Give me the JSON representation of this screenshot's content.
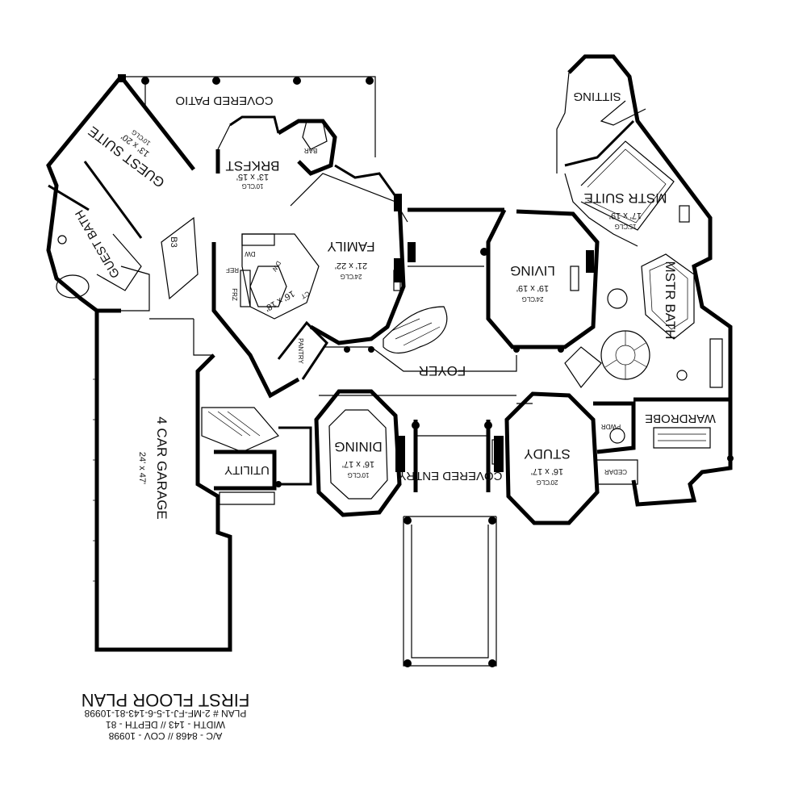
{
  "rooms": {
    "covered_patio": "COVERED PATIO",
    "guest_suite": "GUEST SUITE",
    "guest_suite_dim": "13' x 20'",
    "guest_suite_clg": "10'CLG",
    "guest_bath": "GUEST BATH",
    "b3": "B3",
    "brkfst": "BRKFST",
    "brkfst_dim": "13' x 15'",
    "brkfst_clg": "10'CLG",
    "bar": "BAR",
    "kitchen_dim": "16' x 18'",
    "dw1": "DW",
    "dw2": "DW",
    "ref": "REF",
    "frz": "FRZ",
    "ct": "CT",
    "pantry": "PANTRY",
    "family": "FAMILY",
    "family_dim": "21' x 22'",
    "family_clg": "24'CLG",
    "living": "LIVING",
    "living_dim": "19' x 19'",
    "living_clg": "24'CLG",
    "sitting": "SITTING",
    "mstr_suite": "MSTR SUITE",
    "mstr_suite_dim": "17' x 19'",
    "mstr_suite_clg": "15'CLG",
    "mstr_bath": "MSTR BATH",
    "foyer": "FOYER",
    "dining": "DINING",
    "dining_dim": "16' x 17'",
    "dining_clg": "10'CLG",
    "covered_entry": "COVERED ENTRY",
    "study": "STUDY",
    "study_dim": "16' x 17'",
    "study_clg": "20'CLG",
    "pwdr": "PWDR",
    "cedar": "CEDAR",
    "wardrobe": "WARDROBE",
    "utility": "UTILITY",
    "garage": "4 CAR GARAGE",
    "garage_dim": "24' x 47'"
  },
  "title_block": {
    "title": "FIRST FLOOR PLAN",
    "plan_number": "PLAN # 2-MF-FJ-1-5-6-143-81-10998",
    "dimensions": "WIDTH - 143 // DEPTH - 81",
    "areas": "A/C - 8468 // COV - 10998"
  },
  "colors": {
    "ink": "#000000",
    "paper": "#ffffff"
  }
}
